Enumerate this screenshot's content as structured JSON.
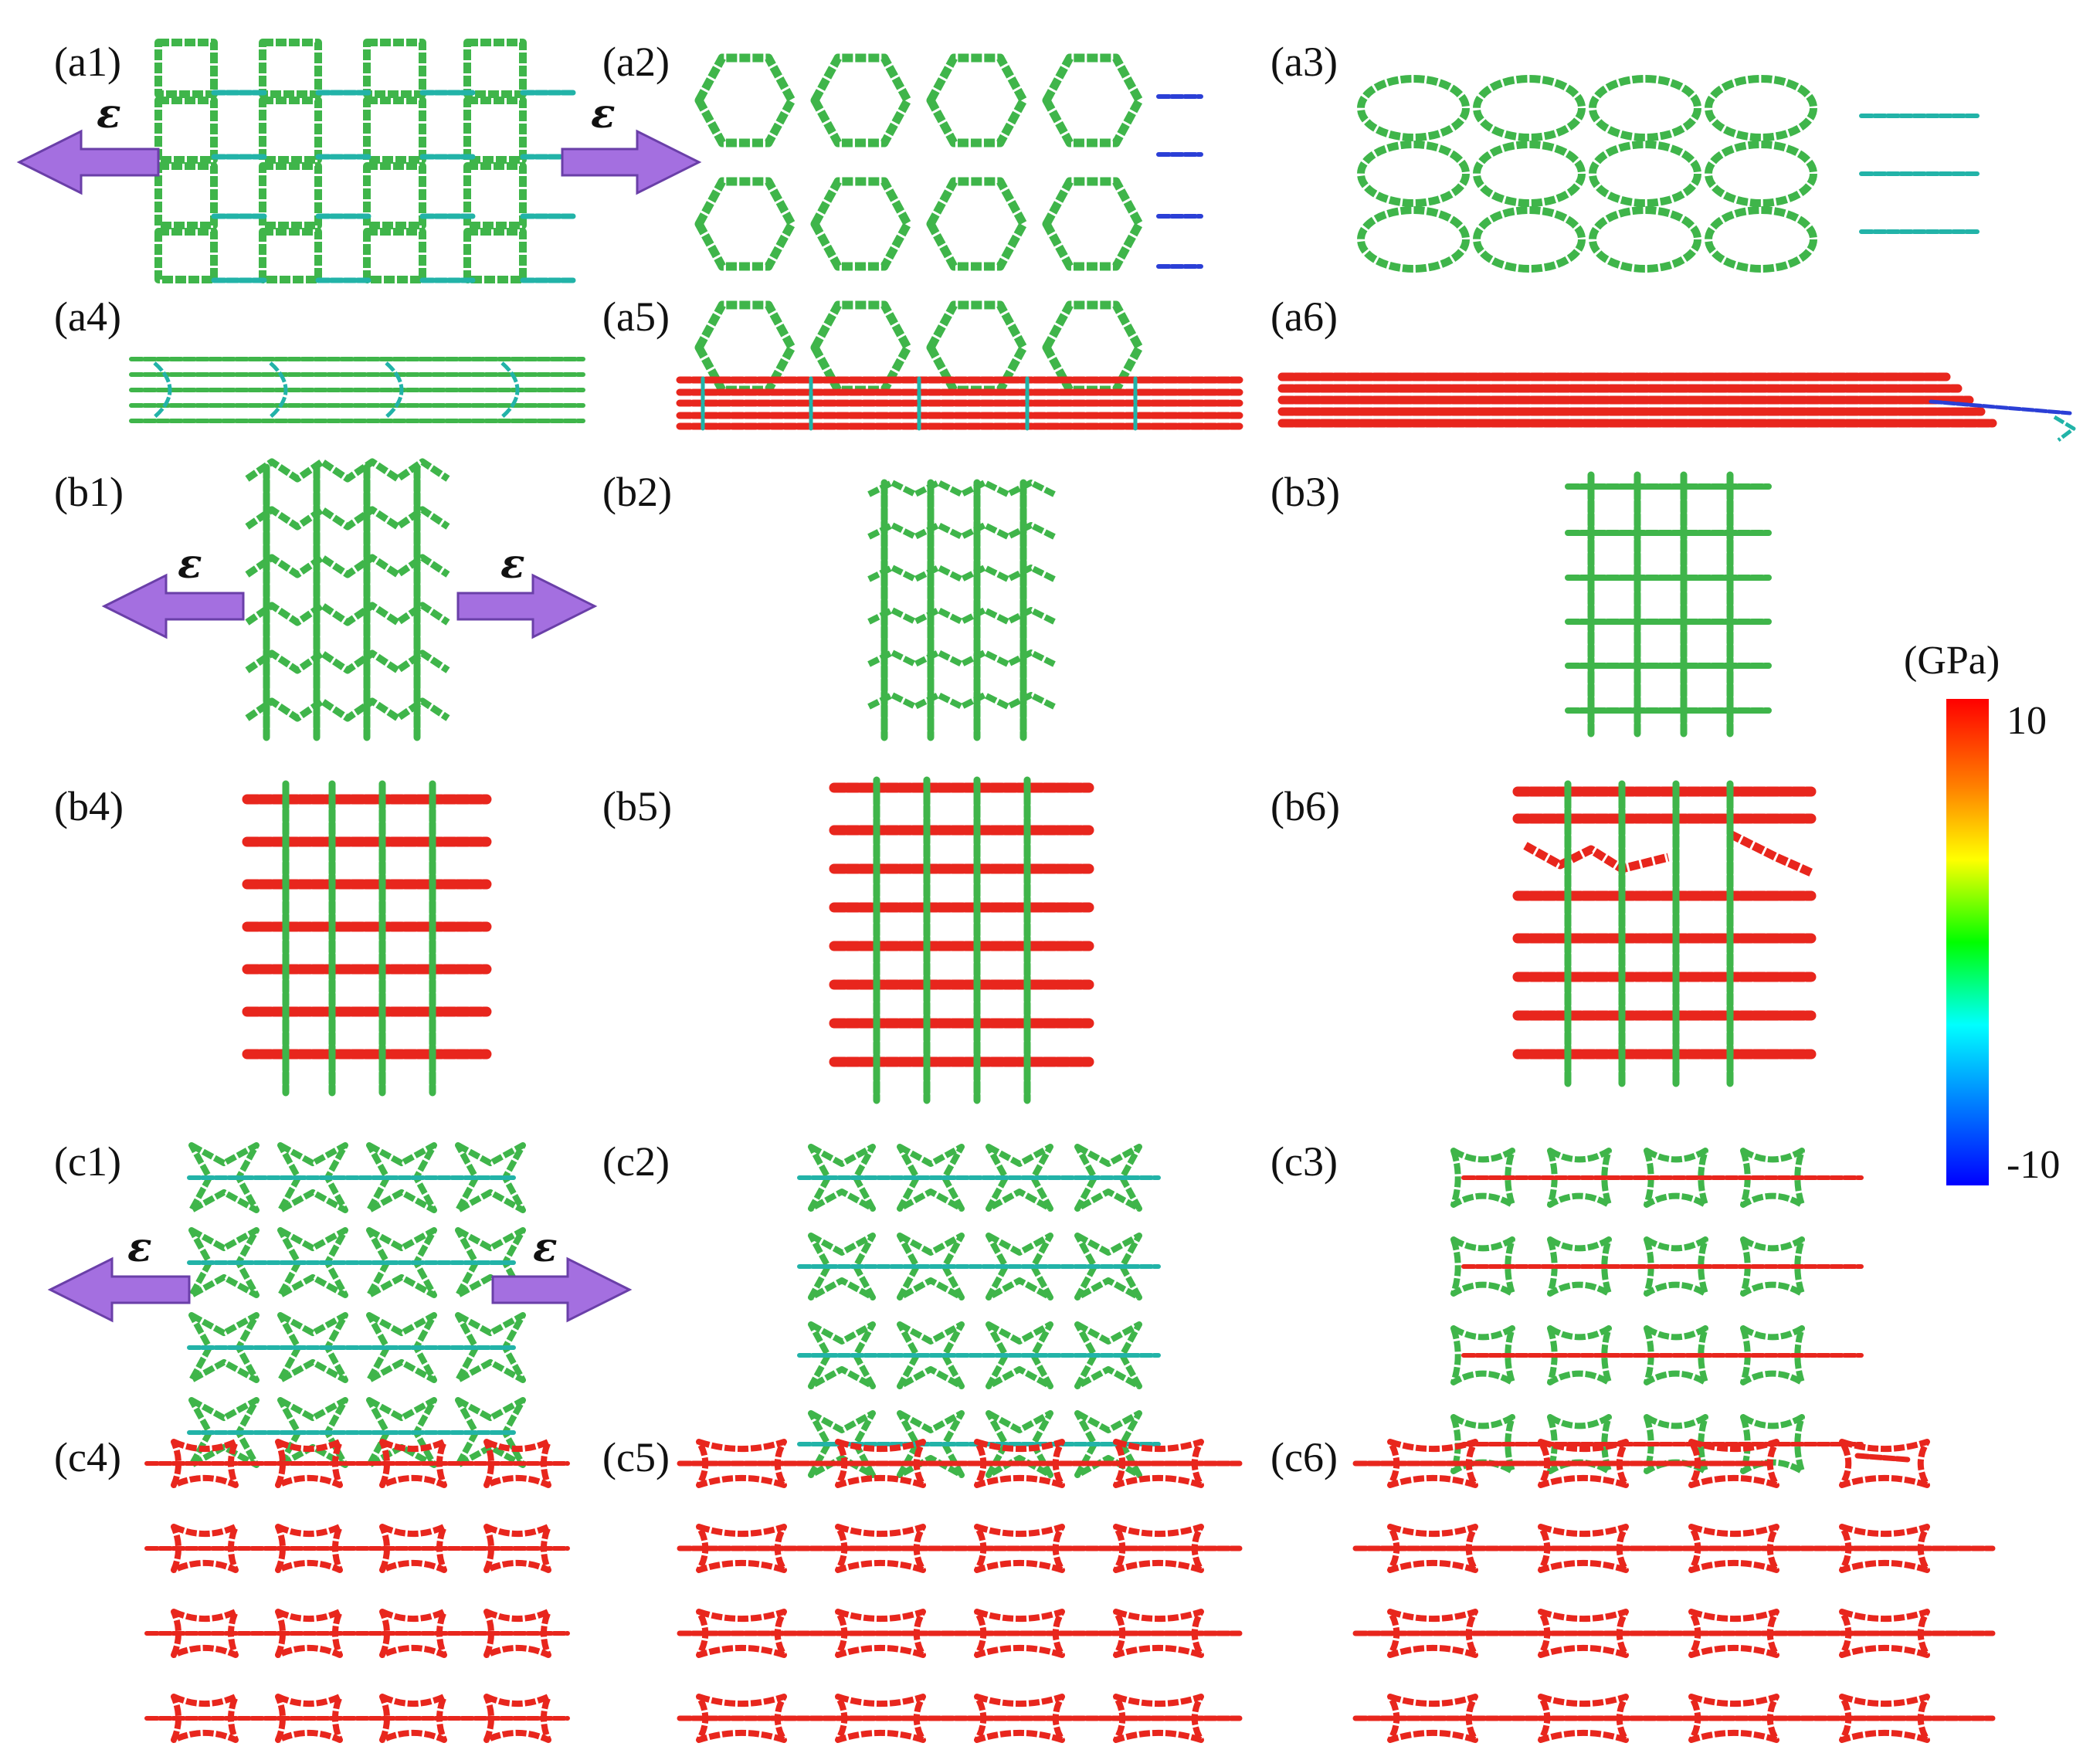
{
  "figure": {
    "panels": [
      {
        "id": "a1",
        "label": "(a1)",
        "pattern": "rect",
        "strain_state": "initial",
        "has_arrows": true
      },
      {
        "id": "a2",
        "label": "(a2)",
        "pattern": "hex",
        "strain_state": "low",
        "has_arrows": true
      },
      {
        "id": "a3",
        "label": "(a3)",
        "pattern": "oval",
        "strain_state": "medium"
      },
      {
        "id": "a4",
        "label": "(a4)",
        "pattern": "flat-thin",
        "strain_state": "high"
      },
      {
        "id": "a5",
        "label": "(a5)",
        "pattern": "flat-red",
        "strain_state": "very-high"
      },
      {
        "id": "a6",
        "label": "(a6)",
        "pattern": "flat-fractured",
        "strain_state": "fracture"
      },
      {
        "id": "b1",
        "label": "(b1)",
        "pattern": "reentrant",
        "strain_state": "initial",
        "has_arrows": true
      },
      {
        "id": "b2",
        "label": "(b2)",
        "pattern": "reentrant-stretched",
        "strain_state": "low"
      },
      {
        "id": "b3",
        "label": "(b3)",
        "pattern": "grid",
        "strain_state": "medium"
      },
      {
        "id": "b4",
        "label": "(b4)",
        "pattern": "grid-red",
        "strain_state": "high"
      },
      {
        "id": "b5",
        "label": "(b5)",
        "pattern": "grid-red",
        "strain_state": "very-high"
      },
      {
        "id": "b6",
        "label": "(b6)",
        "pattern": "grid-fractured",
        "strain_state": "fracture"
      },
      {
        "id": "c1",
        "label": "(c1)",
        "pattern": "star",
        "strain_state": "initial",
        "has_arrows": true
      },
      {
        "id": "c2",
        "label": "(c2)",
        "pattern": "star-stretched",
        "strain_state": "low"
      },
      {
        "id": "c3",
        "label": "(c3)",
        "pattern": "star-bowtie",
        "strain_state": "medium"
      },
      {
        "id": "c4",
        "label": "(c4)",
        "pattern": "bowtie-red",
        "strain_state": "high"
      },
      {
        "id": "c5",
        "label": "(c5)",
        "pattern": "bowtie-wide-red",
        "strain_state": "very-high"
      },
      {
        "id": "c6",
        "label": "(c6)",
        "pattern": "bowtie-fractured",
        "strain_state": "fracture"
      }
    ],
    "arrow_symbol": "ε",
    "arrow_color": "#a46fe0",
    "colorbar": {
      "unit": "(GPa)",
      "max_label": "10",
      "min_label": "-10",
      "colors": [
        "#ff0000",
        "#ff8000",
        "#ffff00",
        "#00ff00",
        "#00ffff",
        "#0080ff",
        "#0000ff"
      ]
    },
    "palette": {
      "green": "#3fb54a",
      "red": "#e8261d",
      "blue": "#2b3fd6",
      "teal": "#22b3a8"
    }
  }
}
